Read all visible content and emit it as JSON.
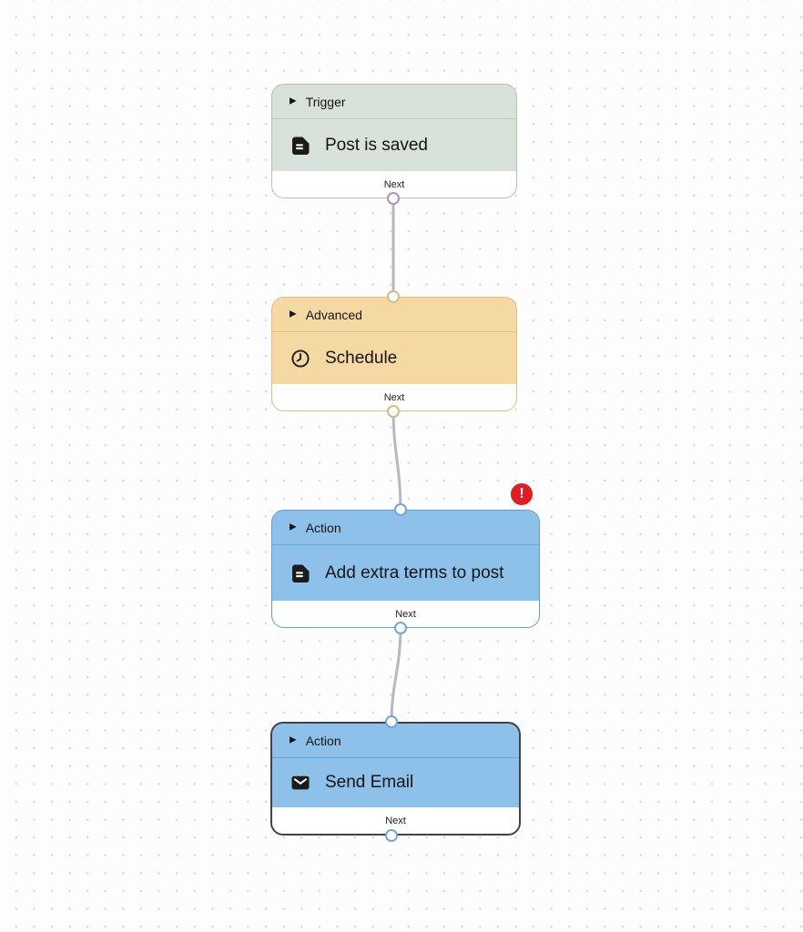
{
  "canvas": {
    "background_color": "#fdfdfd",
    "dot_color": "#d8d8d8",
    "connector_color": "#b9b9bd"
  },
  "icons": {
    "collapse_glyph": "▶"
  },
  "error_badge": {
    "glyph": "!",
    "color": "#e01b24"
  },
  "nodes": [
    {
      "category": "Trigger",
      "title": "Post is saved",
      "icon": "document-icon",
      "footer_label": "Next",
      "fill": "#d9e2da",
      "border": "#b2c1b6",
      "port_color": "#b78cba"
    },
    {
      "category": "Advanced",
      "title": "Schedule",
      "icon": "clock-icon",
      "footer_label": "Next",
      "fill": "#f4d9a2",
      "border": "#dcc083",
      "port_color": "#d8ba82"
    },
    {
      "category": "Action",
      "title": "Add extra terms to post",
      "icon": "document-icon",
      "footer_label": "Next",
      "fill": "#8ec1e9",
      "border": "#5f9fd6",
      "port_color": "#6fa8d8",
      "has_error": true
    },
    {
      "category": "Action",
      "title": "Send Email",
      "icon": "mail-icon",
      "footer_label": "Next",
      "fill": "#8ec1e9",
      "border": "#3e444b",
      "port_color": "#6fa8d8",
      "selected": true
    }
  ]
}
